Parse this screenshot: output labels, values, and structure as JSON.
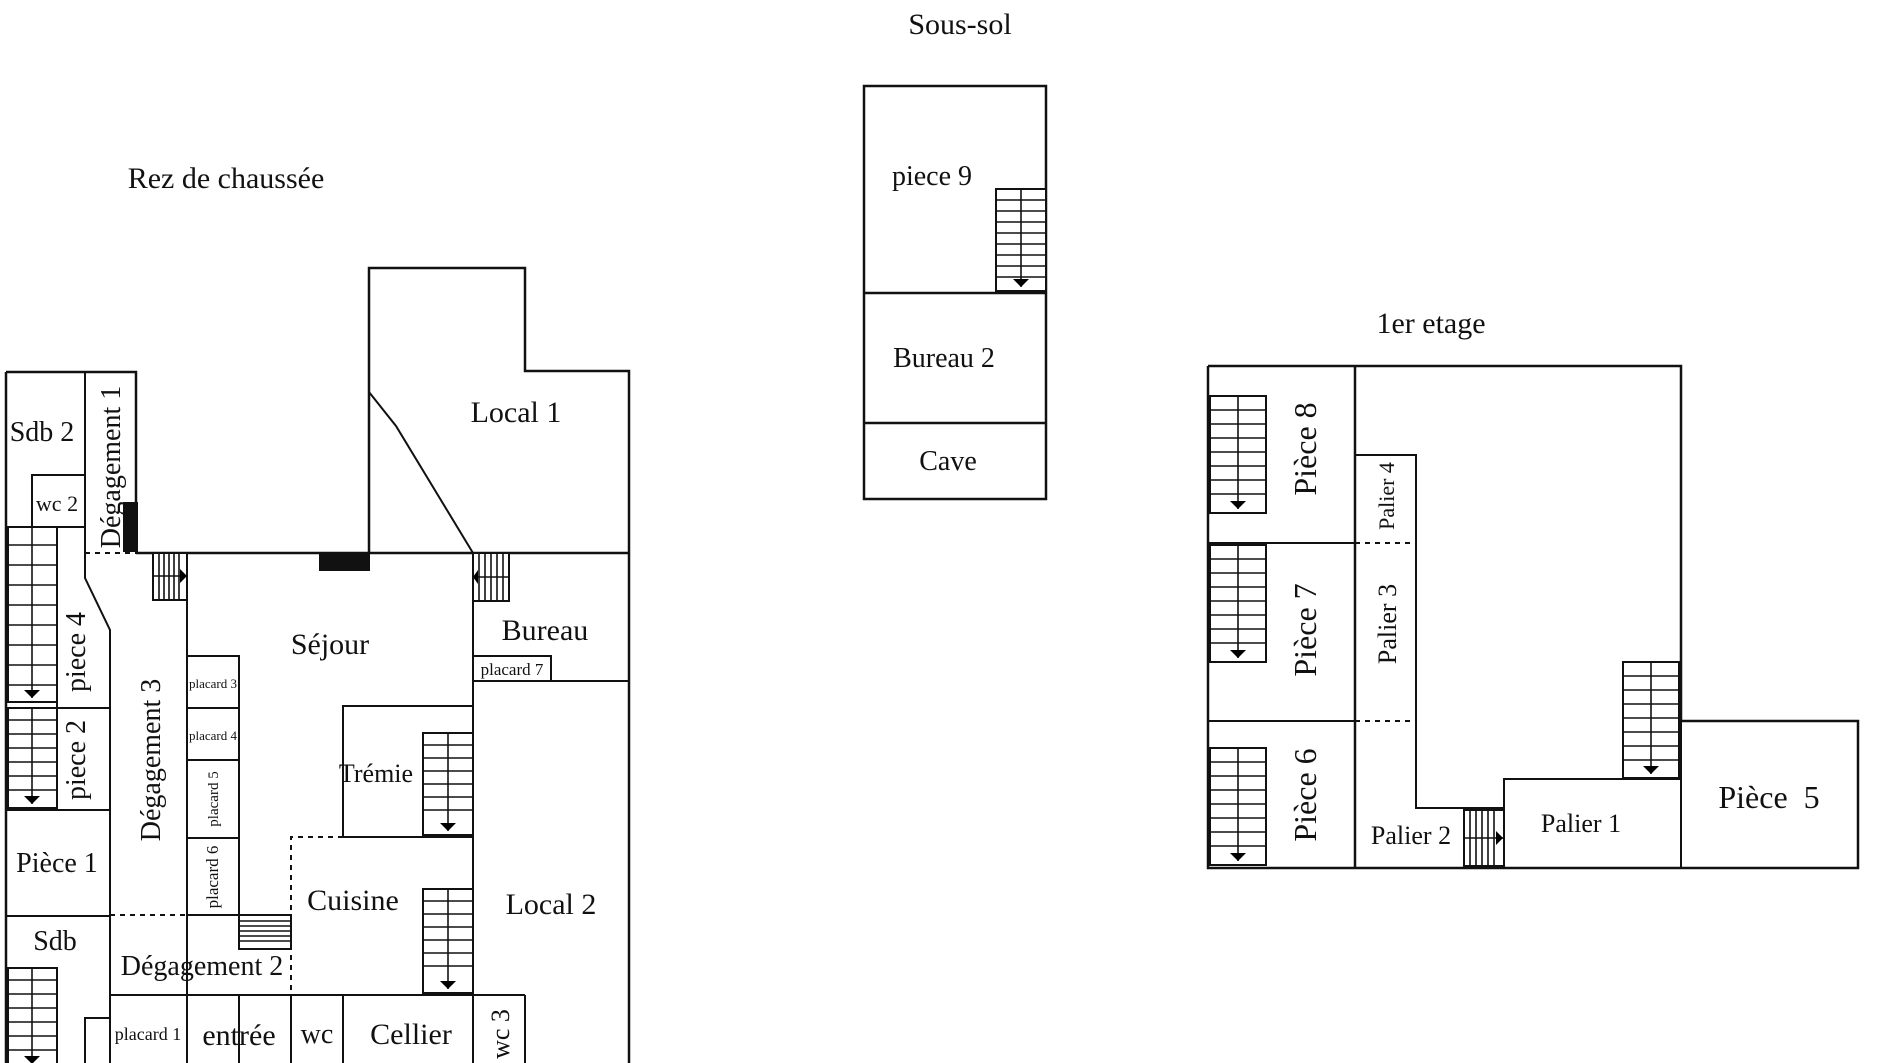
{
  "floors": {
    "basement": {
      "title": "Sous-sol",
      "rooms": {
        "piece9": "piece 9",
        "bureau2": "Bureau 2",
        "cave": "Cave"
      }
    },
    "ground": {
      "title": "Rez de chaussée",
      "rooms": {
        "sdb2": "Sdb 2",
        "wc2": "wc 2",
        "degagement1": "Dégagement 1",
        "local1": "Local 1",
        "piece4": "piece 4",
        "degagement3": "Dégagement 3",
        "sejour": "Séjour",
        "bureau": "Bureau",
        "placard7": "placard 7",
        "placard3": "placard 3",
        "placard4": "placard 4",
        "placard5": "placard 5",
        "placard6": "placard 6",
        "piece2": "piece 2",
        "tremie": "Trémie",
        "piece1": "Pièce 1",
        "cuisine": "Cuisine",
        "local2": "Local 2",
        "sdb": "Sdb",
        "degagement2": "Dégagement 2",
        "placard1": "placard 1",
        "entree": "entrée",
        "wc": "wc",
        "cellier": "Cellier",
        "wc3": "wc 3"
      }
    },
    "first": {
      "title": "1er etage",
      "rooms": {
        "piece8": "Pièce 8",
        "palier4": "Palier 4",
        "piece7": "Pièce 7",
        "palier3": "Palier 3",
        "piece6": "Pièce 6",
        "palier2": "Palier 2",
        "palier1": "Palier 1",
        "piece5": "Pièce 5"
      }
    }
  }
}
